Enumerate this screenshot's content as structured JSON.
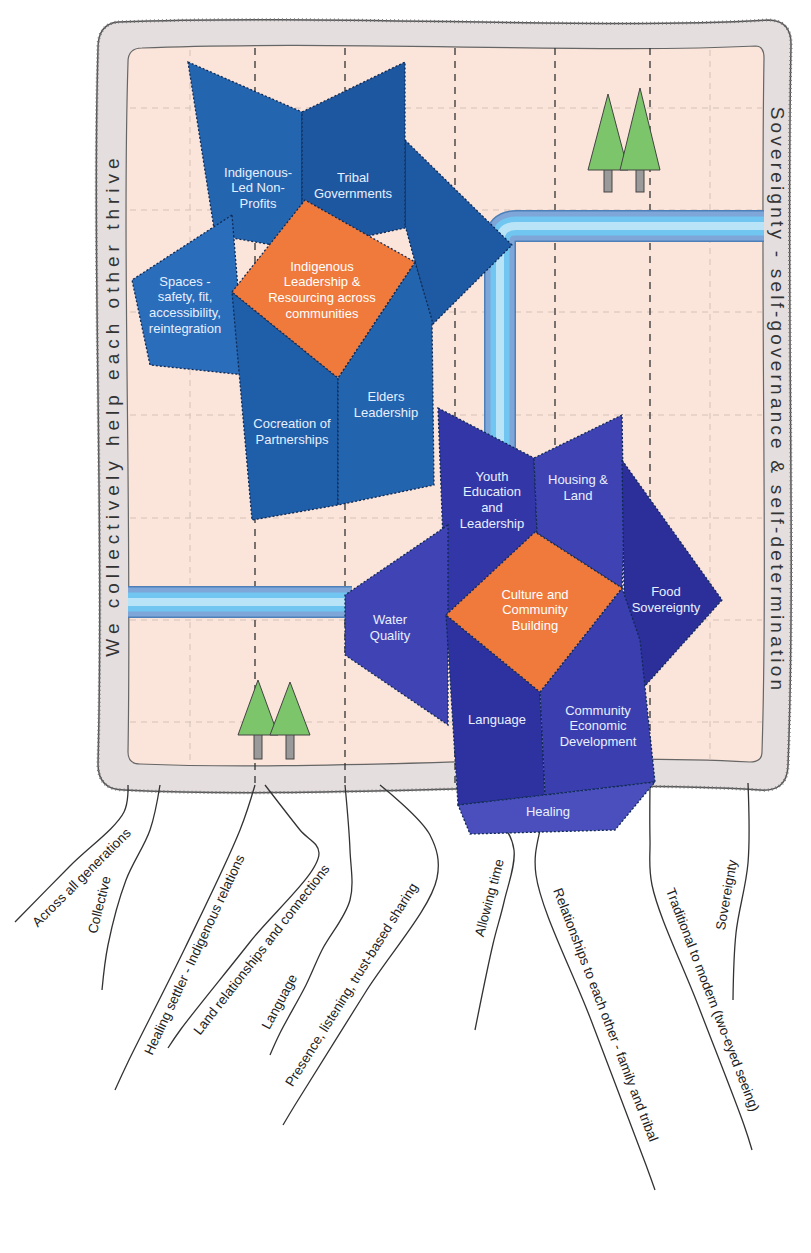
{
  "diagram": {
    "nodes": [
      {
        "text": [
          "Indigenous-Led Non-Profits"
        ]
      },
      {
        "text": [
          "Tribal Governments"
        ]
      },
      {
        "text": [
          "Spaces - safety, fit, accessibility, reintegration"
        ]
      },
      {
        "text": [
          "Indigenous Leadership & Resourcing across communities"
        ]
      },
      {
        "text": [
          "Cocreation of Partnerships"
        ]
      },
      {
        "text": [
          "Elders Leadership"
        ]
      },
      {
        "text": [
          "Youth Education and Leadership"
        ]
      },
      {
        "text": [
          "Housing & Land"
        ]
      },
      {
        "text": [
          "Water Quality"
        ]
      },
      {
        "text": [
          "Culture and Community Building"
        ]
      },
      {
        "text": [
          "Food Sovereignty"
        ]
      },
      {
        "text": [
          "Language"
        ]
      },
      {
        "text": [
          "Community Economic Development"
        ]
      },
      {
        "text": [
          "Healing"
        ]
      }
    ],
    "labels": [
      "We collectively help each other thrive",
      "Sovereignty - self-governance & self-determination",
      "Across all generations",
      "Collective",
      "Healing settler - Indigenous relations",
      "Land relationships and connections",
      "Language",
      "Presence, listening, trust-based sharing",
      "Allowing time",
      "Relationships to each other - family and tribal",
      "Traditional to modern (two-eyed seeing)",
      "Sovereignty"
    ]
  }
}
